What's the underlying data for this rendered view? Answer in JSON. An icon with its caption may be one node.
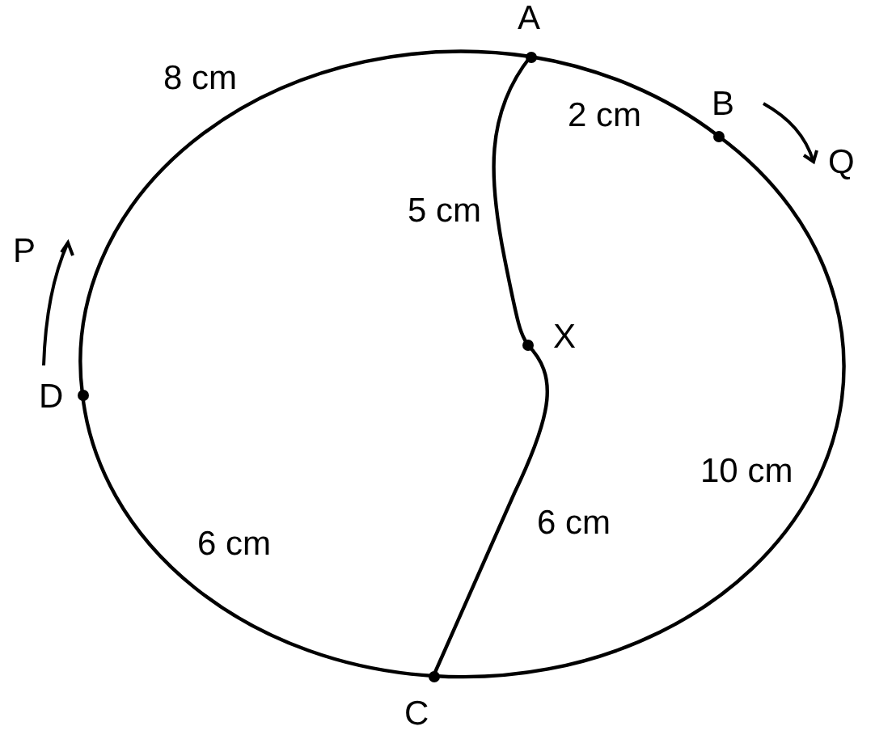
{
  "diagram": {
    "nodes": [
      {
        "text": [
          "A"
        ]
      },
      {
        "text": [
          "B"
        ]
      },
      {
        "text": [
          "X"
        ]
      },
      {
        "text": [
          "D"
        ]
      },
      {
        "text": [
          "C"
        ]
      }
    ],
    "edges": [
      {
        "from": 0,
        "to": 1,
        "arrow": "none",
        "label": "2 cm"
      },
      {
        "from": 1,
        "to": 4,
        "arrow": "none",
        "label": "10 cm"
      },
      {
        "from": 4,
        "to": 3,
        "arrow": "none",
        "label": "6 cm"
      },
      {
        "from": 3,
        "to": 0,
        "arrow": "none",
        "label": "8 cm"
      },
      {
        "from": 0,
        "to": 2,
        "arrow": "none",
        "label": "5 cm"
      },
      {
        "from": 2,
        "to": 4,
        "arrow": "none",
        "label": "6 cm"
      }
    ],
    "labels": [
      "P",
      "Q"
    ]
  }
}
